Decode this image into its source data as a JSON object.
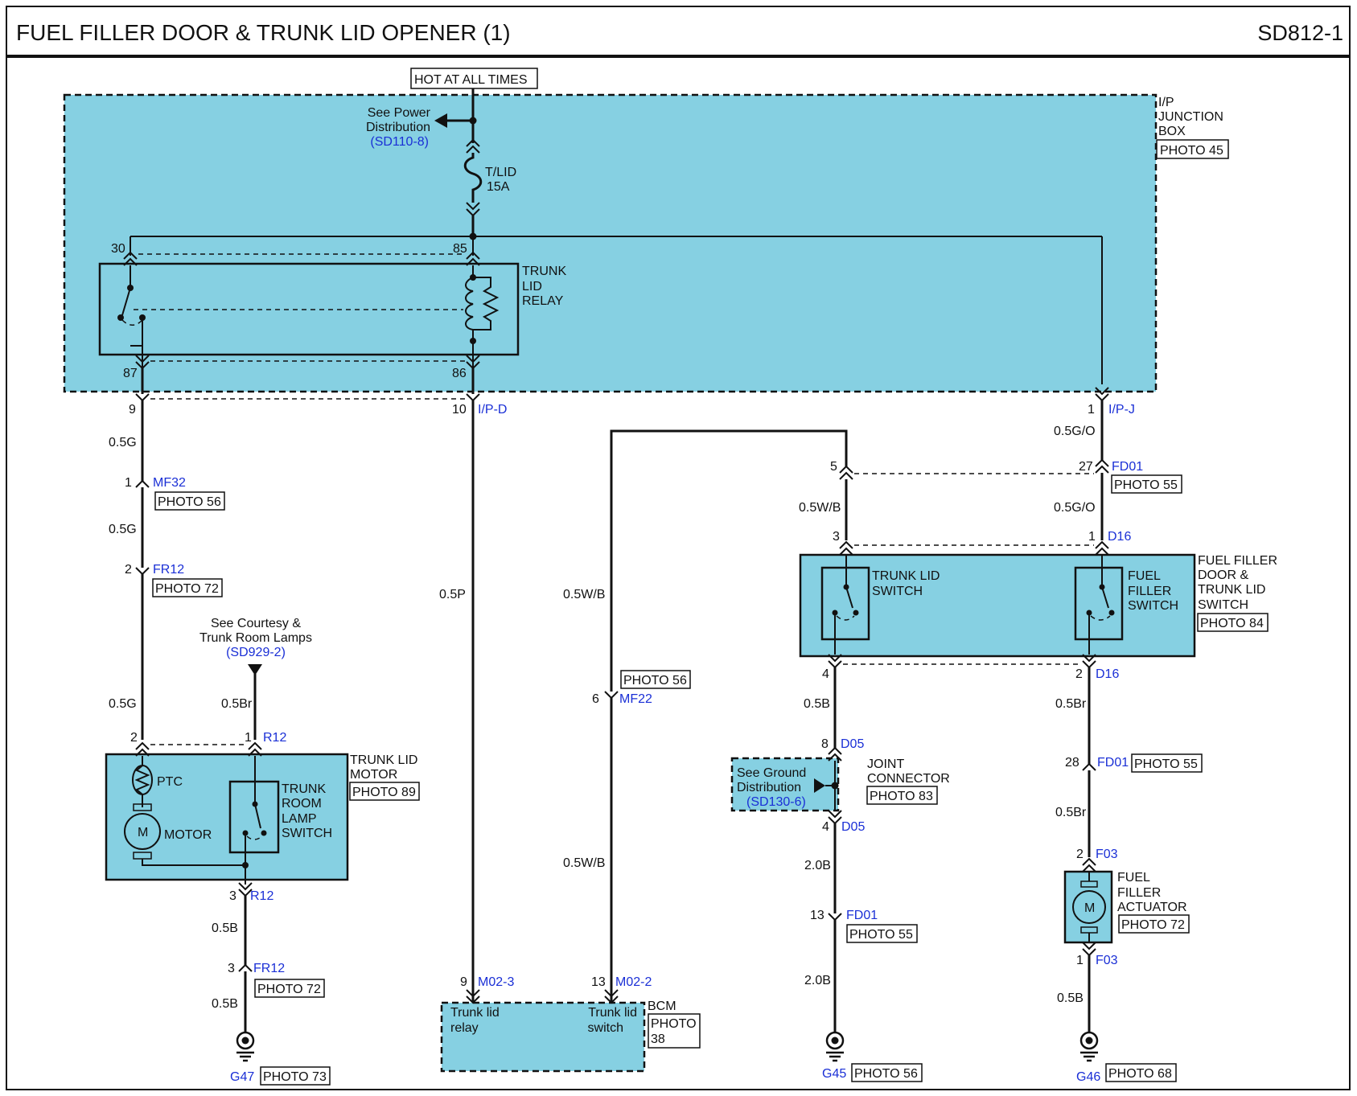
{
  "header": {
    "title": "FUEL FILLER DOOR & TRUNK LID OPENER (1)",
    "code": "SD812-1"
  },
  "power": {
    "hot_label": "HOT AT ALL TIMES",
    "see_line1": "See Power",
    "see_line2": "Distribution",
    "see_ref": "(SD110-8)",
    "fuse_name": "T/LID",
    "fuse_rating": "15A"
  },
  "ipjb": {
    "line1": "I/P",
    "line2": "JUNCTION",
    "line3": "BOX",
    "photo": "PHOTO 45"
  },
  "relay": {
    "line1": "TRUNK",
    "line2": "LID",
    "line3": "RELAY",
    "pin30": "30",
    "pin85": "85",
    "pin87": "87",
    "pin86": "86"
  },
  "conn_ipd": {
    "pin9": "9",
    "pin10": "10",
    "name": "I/P-D"
  },
  "conn_ipj": {
    "pin1": "1",
    "name": "I/P-J"
  },
  "wires": {
    "g": "0.5G",
    "p": "0.5P",
    "wb": "0.5W/B",
    "br": "0.5Br",
    "b": "0.5B",
    "go": "0.5G/O",
    "b2": "2.0B"
  },
  "conn_mf32": {
    "pin": "1",
    "name": "MF32",
    "photo": "PHOTO 56"
  },
  "conn_fr12_a": {
    "pin": "2",
    "name": "FR12",
    "photo": "PHOTO 72"
  },
  "courtesy": {
    "line1": "See Courtesy &",
    "line2": "Trunk Room Lamps",
    "ref": "(SD929-2)"
  },
  "conn_r12_top": {
    "pin2": "2",
    "pin1": "1",
    "name": "R12"
  },
  "motor": {
    "line1": "TRUNK LID",
    "line2": "MOTOR",
    "photo": "PHOTO 89",
    "ptc": "PTC",
    "m": "M",
    "motor_label": "MOTOR",
    "sw1": "TRUNK",
    "sw2": "ROOM",
    "sw3": "LAMP",
    "sw4": "SWITCH"
  },
  "conn_r12_bot": {
    "pin": "3",
    "name": "R12"
  },
  "conn_fr12_b": {
    "pin": "3",
    "name": "FR12",
    "photo": "PHOTO 72"
  },
  "ground_g47": {
    "name": "G47",
    "photo": "PHOTO 73"
  },
  "conn_mf22": {
    "pin": "6",
    "name": "MF22",
    "photo": "PHOTO 56"
  },
  "bcm": {
    "pin9": "9",
    "name9": "M02-3",
    "pin13": "13",
    "name13": "M02-2",
    "relay1": "Trunk lid",
    "relay2": "relay",
    "switch1": "Trunk lid",
    "switch2": "switch",
    "label": "BCM",
    "photo1": "PHOTO",
    "photo2": "38"
  },
  "conn_fd01_top": {
    "pin5": "5",
    "pin27": "27",
    "name": "FD01",
    "photo": "PHOTO 55"
  },
  "switch_assy": {
    "pin3": "3",
    "pin1": "1",
    "name_top": "D16",
    "tl1": "TRUNK LID",
    "tl2": "SWITCH",
    "ff1": "FUEL",
    "ff2": "FILLER",
    "ff3": "SWITCH",
    "l1": "FUEL FILLER",
    "l2": "DOOR &",
    "l3": "TRUNK LID",
    "l4": "SWITCH",
    "photo": "PHOTO 84",
    "pin4": "4",
    "pin2": "2",
    "name_bot": "D16"
  },
  "joint": {
    "pin8": "8",
    "name_top": "D05",
    "pin4": "4",
    "name_bot": "D05",
    "see1": "See Ground",
    "see2": "Distribution",
    "ref": "(SD130-6)",
    "l1": "JOINT",
    "l2": "CONNECTOR",
    "photo": "PHOTO 83"
  },
  "conn_fd01_mid": {
    "pin": "13",
    "name": "FD01",
    "photo": "PHOTO 55"
  },
  "ground_g45": {
    "name": "G45",
    "photo": "PHOTO 56"
  },
  "conn_fd01_right": {
    "pin": "28",
    "name": "FD01",
    "photo": "PHOTO 55"
  },
  "actuator": {
    "pin2": "2",
    "name_top": "F03",
    "m": "M",
    "l1": "FUEL",
    "l2": "FILLER",
    "l3": "ACTUATOR",
    "photo": "PHOTO 72",
    "pin1": "1",
    "name_bot": "F03"
  },
  "ground_g46": {
    "name": "G46",
    "photo": "PHOTO 68"
  }
}
